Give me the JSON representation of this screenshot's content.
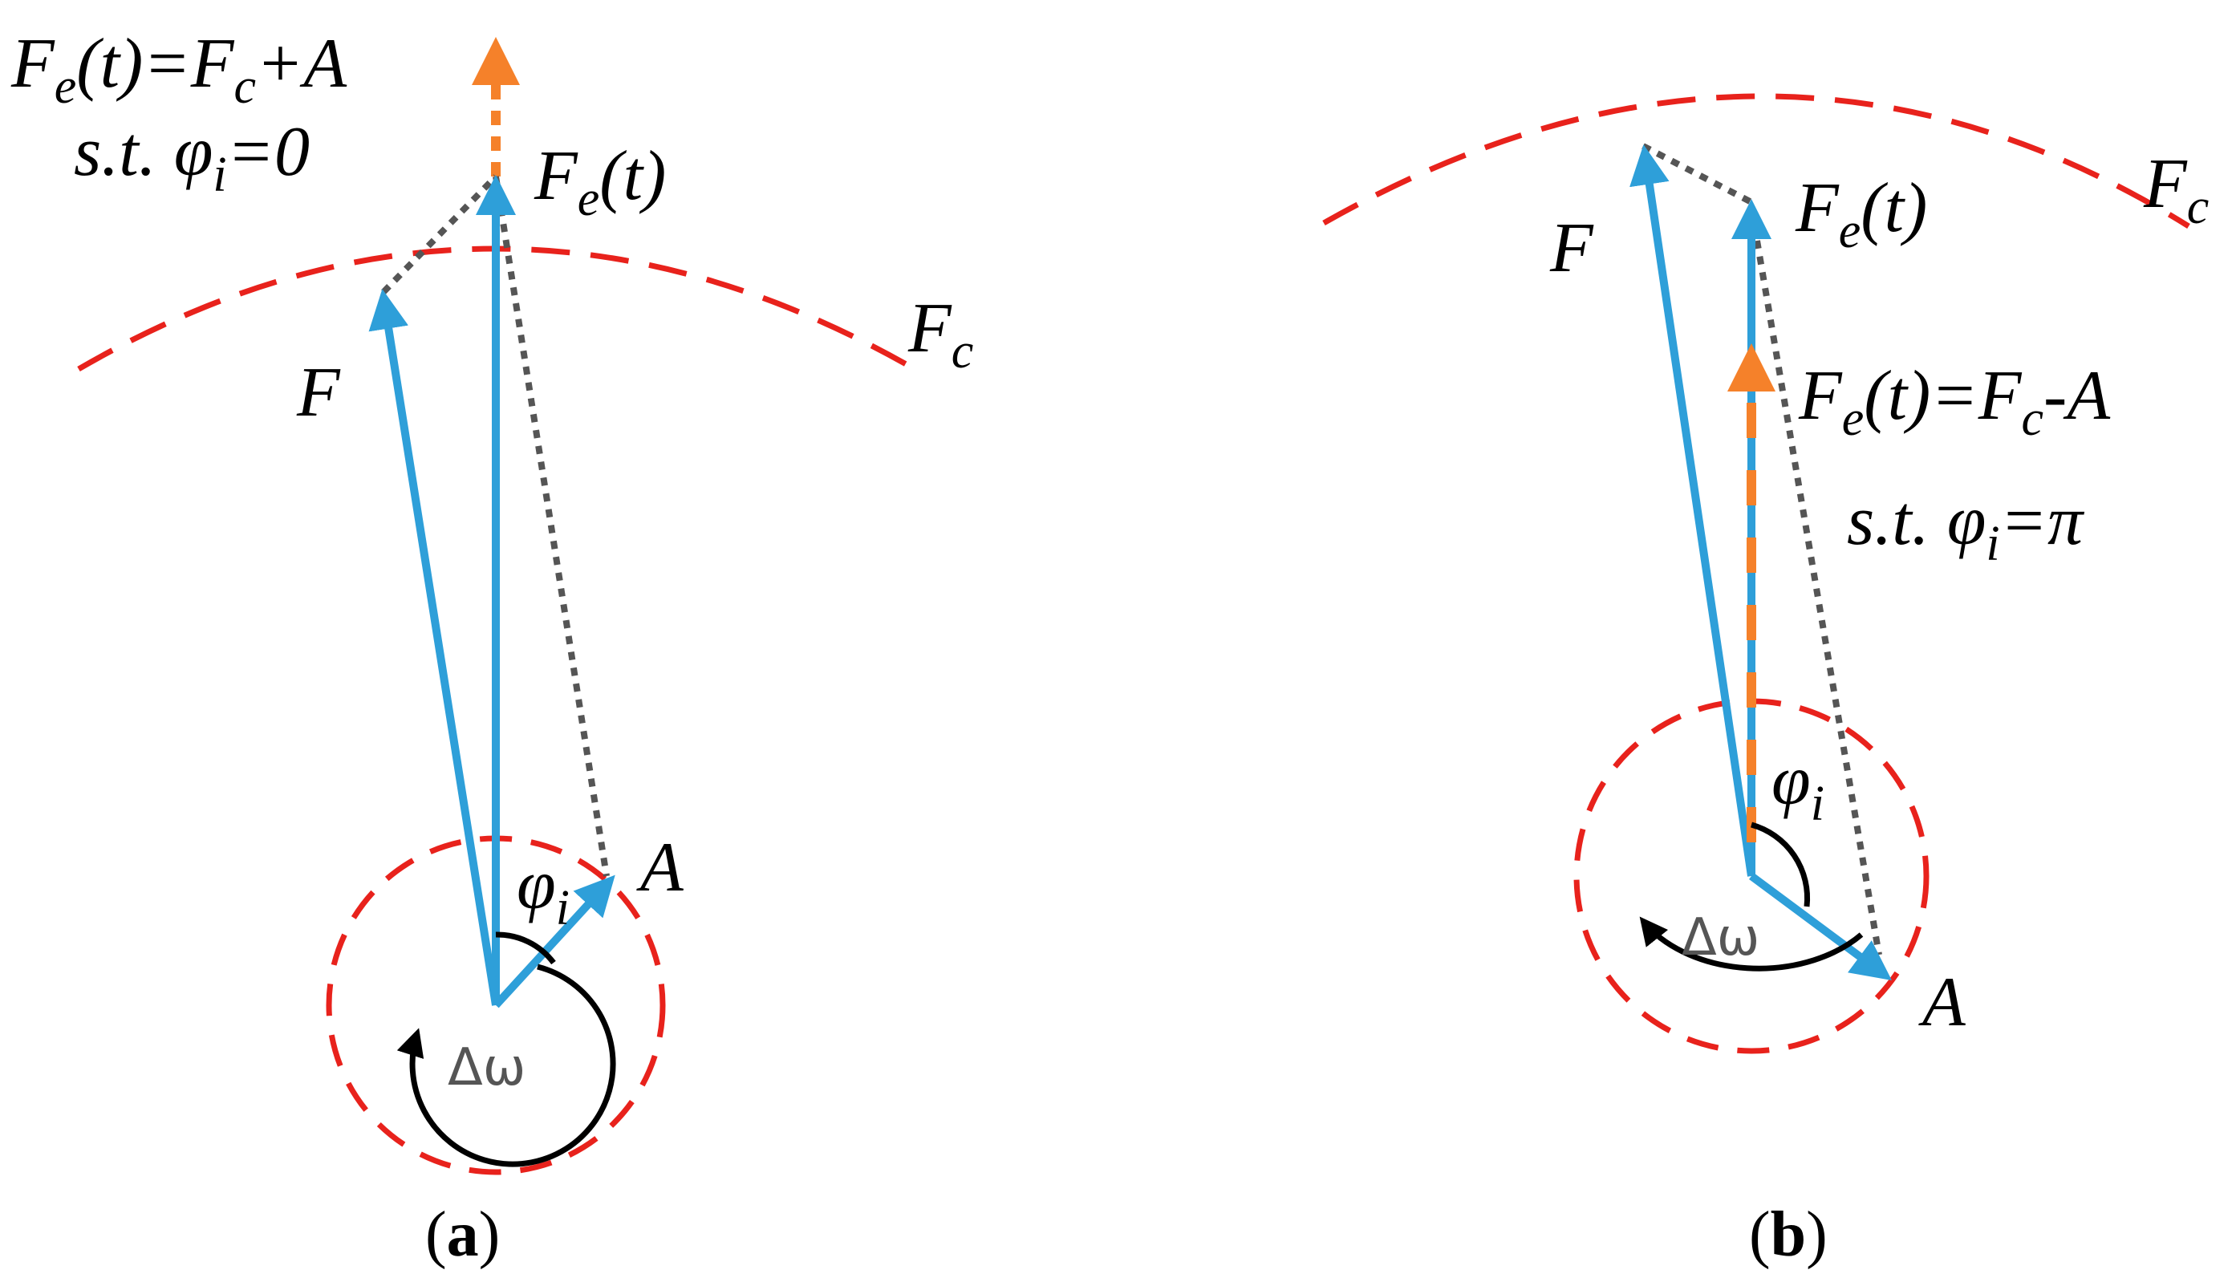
{
  "colors": {
    "vector_blue": "#2E9FD9",
    "locus_red": "#E8221C",
    "sum_orange": "#F5812A",
    "construct_gray": "#555555",
    "text": "#000000"
  },
  "panel_a": {
    "eq_F": "F",
    "eq_F_sub": "e",
    "eq_t_eq": "(t)=F",
    "eq_Fc_sub": "c",
    "eq_plus_A": "+A",
    "cond_st": "s.t. ",
    "cond_phi": "φ",
    "cond_phi_sub": "i",
    "cond_eq": "=0",
    "fe_F": "F",
    "fe_sub": "e",
    "fe_t": "(t)",
    "fc_F": "F",
    "fc_sub": "c",
    "f_label": "F",
    "a_label": "A",
    "phi": "φ",
    "phi_sub": "i",
    "caption_open": "(",
    "caption_letter": "a",
    "caption_close": ")"
  },
  "panel_b": {
    "eq_F": "F",
    "eq_F_sub": "e",
    "eq_t_eq": "(t)=F",
    "eq_Fc_sub": "c",
    "eq_minus_A": "-A",
    "cond_st": "s.t. ",
    "cond_phi": "φ",
    "cond_phi_sub": "i",
    "cond_eq": "=π",
    "fe_F": "F",
    "fe_sub": "e",
    "fe_t": "(t)",
    "fc_F": "F",
    "fc_sub": "c",
    "f_label": "F",
    "a_label": "A",
    "phi": "φ",
    "phi_sub": "i",
    "caption_open": "(",
    "caption_letter": "b",
    "caption_close": ")"
  },
  "icons": [
    "rotation-arrow-icon",
    "delta-omega-glyph"
  ]
}
